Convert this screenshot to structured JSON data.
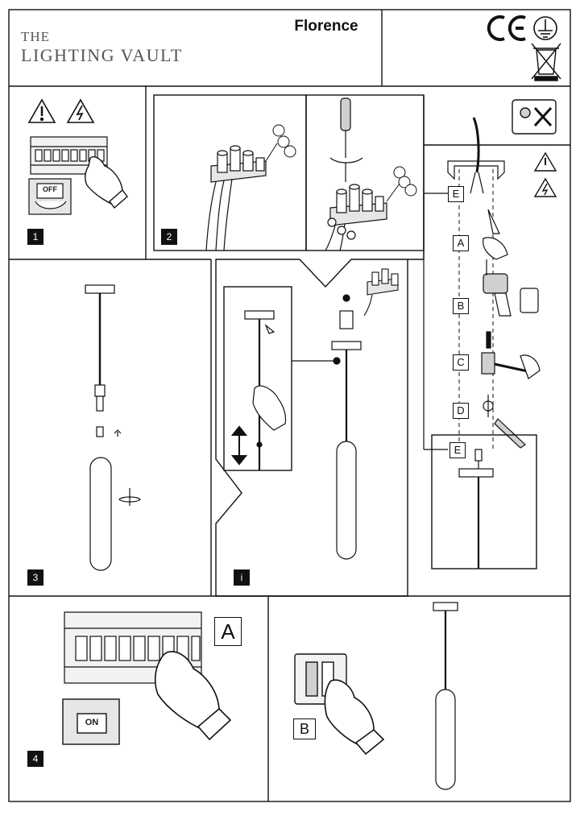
{
  "header": {
    "brand_line1": "THE",
    "brand_line2": "LIGHTING VAULT",
    "product_name": "Florence",
    "ce_mark": "CE"
  },
  "panels": {
    "step1_number": "1",
    "step2_number": "2",
    "step3_number": "3",
    "info_number": "i",
    "step4_number": "4"
  },
  "labels": {
    "off_switch": "OFF",
    "on_switch": "ON",
    "tool_a": "A",
    "tool_b": "B",
    "tool_c": "C",
    "tool_d": "D",
    "tool_e": "E",
    "tool_e_detail": "E",
    "breaker_a": "A",
    "wall_switch_b": "B"
  },
  "colors": {
    "line": "#1a1a1a",
    "panel_border": "#111111",
    "fill_light": "#f2f2f2",
    "fill_mid": "#d0d0d0"
  }
}
